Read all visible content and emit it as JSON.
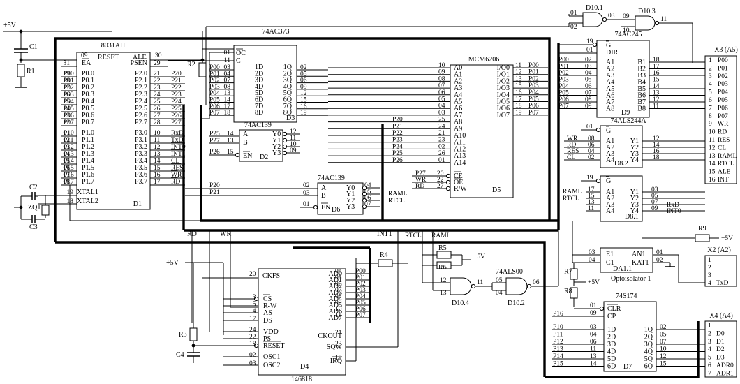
{
  "supply": {
    "vcc": "+5V"
  },
  "d1": {
    "name": "8031AH",
    "ref": "D1",
    "xtal1": "XTAL1",
    "xtal2": "XTAL2",
    "left": [
      [
        "31",
        "EA"
      ],
      [
        "39",
        "P0.0"
      ],
      [
        "38",
        "P0.1"
      ],
      [
        "37",
        "P0.2"
      ],
      [
        "36",
        "P0.3"
      ],
      [
        "35",
        "P0.4"
      ],
      [
        "34",
        "P0.5"
      ],
      [
        "33",
        "P0.6"
      ],
      [
        "32",
        "P0.7"
      ],
      [
        "01",
        "P1.0"
      ],
      [
        "02",
        "P1.1"
      ],
      [
        "03",
        "P1.2"
      ],
      [
        "04",
        "P1.3"
      ],
      [
        "05",
        "P1.4"
      ],
      [
        "06",
        "P1.5"
      ],
      [
        "07",
        "P1.6"
      ],
      [
        "08",
        "P1.7"
      ]
    ],
    "right": [
      [
        "29",
        "PSEN"
      ],
      [
        "21",
        "P2.0"
      ],
      [
        "22",
        "P2.1"
      ],
      [
        "23",
        "P2.2"
      ],
      [
        "24",
        "P2.3"
      ],
      [
        "25",
        "P2.4"
      ],
      [
        "26",
        "P2.5"
      ],
      [
        "27",
        "P2.6"
      ],
      [
        "28",
        "P2.7"
      ],
      [
        "10",
        "P3.0"
      ],
      [
        "11",
        "P3.1"
      ],
      [
        "12",
        "P3.2"
      ],
      [
        "13",
        "P3.3"
      ],
      [
        "14",
        "P3.4"
      ],
      [
        "15",
        "P3.5"
      ],
      [
        "16",
        "P3.6"
      ],
      [
        "17",
        "P3.7"
      ]
    ],
    "xtalpins": [
      "19",
      "18"
    ],
    "reset": "RESET",
    "ale": "ALE",
    "resetpin": "09",
    "alepin": "30",
    "inl": [
      "P00",
      "P01",
      "P02",
      "P03",
      "P04",
      "P05",
      "P06",
      "P07",
      "P10",
      "P11",
      "P12",
      "P13",
      "P14",
      "P15",
      "P16",
      "P17"
    ],
    "outr": [
      "P20",
      "P21",
      "P22",
      "P23",
      "P24",
      "P25",
      "P26",
      "P27",
      "RxD",
      "TxD",
      "INT0",
      "INT1",
      "CL",
      "RES",
      "WR",
      "RD"
    ]
  },
  "d3": {
    "name": "74AC373",
    "ref": "D3",
    "oc": "OC",
    "c": "C",
    "ocpin": "01",
    "cpin": "11",
    "dpins": [
      "03",
      "04",
      "07",
      "08",
      "13",
      "14",
      "17",
      "18"
    ],
    "d": [
      "1D",
      "2D",
      "3D",
      "4D",
      "5D",
      "6D",
      "7D",
      "8D"
    ],
    "q": [
      "1Q",
      "2Q",
      "3Q",
      "4Q",
      "5Q",
      "6Q",
      "7Q",
      "8Q"
    ],
    "qpins": [
      "02",
      "05",
      "06",
      "09",
      "12",
      "15",
      "16",
      "19"
    ],
    "inl": [
      "P00",
      "P01",
      "P02",
      "P03",
      "P04",
      "P05",
      "P06",
      "P07"
    ]
  },
  "d2": {
    "name": "74AC139",
    "ref": "D2",
    "in": [
      "A",
      "B",
      "EN"
    ],
    "inpins": [
      "14",
      "13",
      "15"
    ],
    "out": [
      "Y0",
      "Y1",
      "Y2",
      "Y3"
    ],
    "outpins": [
      "12",
      "11",
      "10",
      "09"
    ],
    "nets": [
      "P25",
      "P27",
      "P26"
    ]
  },
  "d6": {
    "name": "74AC139",
    "ref": "D6",
    "in": [
      "A",
      "B",
      "EN"
    ],
    "inpins": [
      "02",
      "03",
      "01"
    ],
    "out": [
      "Y0",
      "Y1",
      "Y2",
      "Y3"
    ],
    "outpins": [
      "04",
      "05",
      "06",
      "07"
    ],
    "nets": [
      "P20",
      "P21"
    ]
  },
  "d5": {
    "name": "MCM6206",
    "ref": "D5",
    "a": [
      "A0",
      "A1",
      "A2",
      "A3",
      "A4",
      "A5",
      "A6",
      "A7",
      "A8",
      "A9",
      "A10",
      "A11",
      "A12",
      "A13",
      "A14"
    ],
    "apins": [
      "10",
      "09",
      "08",
      "07",
      "06",
      "05",
      "04",
      "03",
      "25",
      "24",
      "21",
      "23",
      "02",
      "26",
      "01"
    ],
    "io": [
      "I/O0",
      "I/O1",
      "I/O2",
      "I/O3",
      "I/O4",
      "I/O5",
      "I/O6",
      "I/O7"
    ],
    "iopins": [
      "11",
      "12",
      "13",
      "15",
      "16",
      "17",
      "18",
      "19"
    ],
    "ioout": [
      "P00",
      "P01",
      "P02",
      "P03",
      "P04",
      "P05",
      "P06",
      "P07"
    ],
    "ctl": [
      "CE",
      "OE",
      "R/W"
    ],
    "ctlpins": [
      "20",
      "22",
      "27"
    ],
    "ctlnets": [
      "P27",
      "WR",
      "RD"
    ],
    "hinets": [
      "P20",
      "P21",
      "P22",
      "P23",
      "P24",
      "P25",
      "P26"
    ],
    "raml": "RAML",
    "rtcl": "RTCL"
  },
  "d9": {
    "name": "74AC245",
    "ref": "D9",
    "g": "G",
    "dir": "DIR",
    "gpin": "19",
    "dirpin": "01",
    "a": [
      "A1",
      "A2",
      "A3",
      "A4",
      "A5",
      "A6",
      "A7",
      "A8"
    ],
    "apins": [
      "02",
      "03",
      "04",
      "05",
      "06",
      "07",
      "08",
      "09"
    ],
    "b": [
      "B1",
      "B2",
      "B3",
      "B4",
      "B5",
      "B6",
      "B7",
      "B8"
    ],
    "bpins": [
      "18",
      "17",
      "16",
      "15",
      "14",
      "13",
      "12",
      "11"
    ],
    "inl": [
      "P00",
      "P01",
      "P02",
      "P03",
      "P04",
      "P05",
      "P06",
      "P07"
    ]
  },
  "d82": {
    "name": "74ALS244A",
    "ref": "D8.2",
    "g": "G",
    "gpin": "01",
    "a": [
      "A1",
      "A2",
      "A3",
      "A4"
    ],
    "apins": [
      "08",
      "06",
      "04",
      "02"
    ],
    "y": [
      "Y1",
      "Y2",
      "Y3",
      "Y4"
    ],
    "ypins": [
      "12",
      "14",
      "16",
      "18"
    ],
    "inl": [
      "WR",
      "RD",
      "RES",
      "CL"
    ],
    "outpins2": [
      "12",
      "14",
      "16",
      "18"
    ]
  },
  "d81": {
    "ref": "D8.1",
    "g": "G",
    "gpin": "19",
    "a": [
      "A1",
      "A2",
      "A3",
      "A4"
    ],
    "apins": [
      "17",
      "15",
      "13",
      "11"
    ],
    "y": [
      "Y1",
      "Y2",
      "Y3",
      "Y4"
    ],
    "ypins": [
      "03",
      "05",
      "07",
      "09"
    ],
    "inl": [
      "RAML",
      "RTCL"
    ],
    "outr": [
      "RxD",
      "INT0"
    ]
  },
  "x3": {
    "name": "X3 (A5)",
    "pins": [
      "1",
      "2",
      "3",
      "4",
      "5",
      "6",
      "7",
      "8",
      "9",
      "10",
      "11",
      "12",
      "13",
      "14",
      "15",
      "16"
    ],
    "sig": [
      "P00",
      "P01",
      "P02",
      "P03",
      "P04",
      "P05",
      "P06",
      "P07",
      "WR",
      "RD",
      "RES",
      "CL",
      "RAML",
      "RTCL",
      "ALE",
      "INT"
    ]
  },
  "d101": {
    "ref": "D10.1",
    "pins": [
      "01",
      "02",
      "03"
    ]
  },
  "d103": {
    "ref": "D10.3",
    "pins": [
      "09",
      "10",
      "11"
    ]
  },
  "d104": {
    "ref": "D10.4",
    "pins": [
      "12",
      "13",
      "11"
    ]
  },
  "d102": {
    "ref": "D10.2",
    "name": "74ALS00",
    "pins": [
      "05",
      "04",
      "06"
    ]
  },
  "r": {
    "r1": "R1",
    "r2": "R2",
    "r3": "R3",
    "r4": "R4",
    "r5": "R5",
    "r6": "R6",
    "r7": "R7",
    "r8": "R8",
    "r9": "R9",
    "c1": "C1",
    "c2": "C2",
    "c3": "C3",
    "c4": "C4",
    "zq1": "ZQ1"
  },
  "r9net": "+5V",
  "da11": {
    "name": "Optoisolator 1",
    "ref": "DA1.1",
    "e1": "E1",
    "c1": "C1",
    "an1": "AN1",
    "kat1": "KAT1",
    "lpins": [
      "03",
      "04"
    ],
    "rpins": [
      "01",
      "02"
    ]
  },
  "x2": {
    "name": "X2 (A2)",
    "pins": [
      "1",
      "2",
      "3",
      "4"
    ],
    "sig": [
      "",
      "",
      "",
      "TxD"
    ]
  },
  "d4": {
    "name": "146818",
    "ref": "D4",
    "ckfs": "CKFS",
    "ckfspin": "20",
    "left": [
      "CS",
      "R-W",
      "AS",
      "DS",
      "VDD",
      "PS",
      "RESET",
      "OSC1",
      "OSC2"
    ],
    "leftpins": [
      "13",
      "15",
      "14",
      "17",
      "24",
      "22",
      "18",
      "02",
      "03"
    ],
    "ad": [
      "AD0",
      "AD1",
      "AD2",
      "AD3",
      "AD4",
      "AD5",
      "AD6",
      "AD7"
    ],
    "adpins": [
      "04",
      "05",
      "06",
      "07",
      "08",
      "09",
      "10",
      "11"
    ],
    "adnets": [
      "P00",
      "P01",
      "P02",
      "P03",
      "P04",
      "P05",
      "P06",
      "P07"
    ],
    "ckout": "CKOUT",
    "sqw": "SQW",
    "irq": "IRQ",
    "ckoutpin": "21",
    "sqwpin": "23",
    "irqpin": "19"
  },
  "d7": {
    "name": "74S174",
    "ref": "D7",
    "clr": "CLR",
    "cp": "CP",
    "clrpin": "01",
    "cppin": "09",
    "d": [
      "1D",
      "2D",
      "3D",
      "4D",
      "5D",
      "6D"
    ],
    "dpins": [
      "03",
      "04",
      "06",
      "11",
      "13",
      "14"
    ],
    "q": [
      "1Q",
      "2Q",
      "3Q",
      "4Q",
      "5Q",
      "6Q"
    ],
    "qpins": [
      "02",
      "05",
      "07",
      "10",
      "12",
      "15"
    ],
    "inl": [
      "P10",
      "P11",
      "P12",
      "P13",
      "P14",
      "P15"
    ],
    "p16": "P16"
  },
  "x4": {
    "name": "X4 (A4)",
    "pins": [
      "1",
      "2",
      "3",
      "4",
      "5",
      "6",
      "7"
    ],
    "sig": [
      "",
      "D0",
      "D1",
      "D2",
      "D3",
      "ADR0",
      "ADR1"
    ]
  },
  "bus": {
    "rd": "RD",
    "wr": "WR",
    "int1": "INT1",
    "rtcl": "RTCL",
    "raml": "RAML"
  }
}
